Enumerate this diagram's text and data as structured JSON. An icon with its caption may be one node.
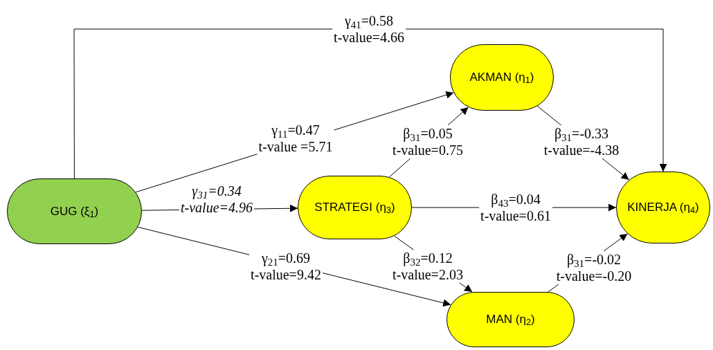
{
  "diagram": {
    "nodes": [
      {
        "text": [
          "GUG (ξ$_{1}$)"
        ]
      },
      {
        "text": [
          "AKMAN (η$_{1}$)"
        ]
      },
      {
        "text": [
          "STRATEGI (η$_{3}$)"
        ]
      },
      {
        "text": [
          "KINERJA (η$_{4}$)"
        ]
      },
      {
        "text": [
          "MAN (η$_{2}$)"
        ]
      }
    ],
    "edges": [
      {
        "from": 0,
        "to": 3,
        "arrow": "to",
        "label": "γ$_{41}$=0.58 t-value=4.66"
      },
      {
        "from": 0,
        "to": 1,
        "arrow": "to",
        "label": "γ$_{11}$=0.47 t-value =5.71"
      },
      {
        "from": 0,
        "to": 2,
        "arrow": "to",
        "label": "γ$_{31}$=0.34 t-value=4.96"
      },
      {
        "from": 0,
        "to": 4,
        "arrow": "to",
        "label": "γ$_{21}$=0.69 t-value=9.42"
      },
      {
        "from": 2,
        "to": 1,
        "arrow": "to",
        "label": "β$_{31}$=0.05 t-value=0.75"
      },
      {
        "from": 2,
        "to": 3,
        "arrow": "to",
        "label": "β$_{43}$=0.04 t-value=0.61"
      },
      {
        "from": 2,
        "to": 4,
        "arrow": "to",
        "label": "β$_{32}$=0.12 t-value=2.03"
      },
      {
        "from": 1,
        "to": 3,
        "arrow": "to",
        "label": "β$_{31}$=-0.33 t-value=-4.38"
      },
      {
        "from": 4,
        "to": 3,
        "arrow": "to",
        "label": "β$_{31}$=-0.02 t-value=-0.20"
      }
    ]
  }
}
